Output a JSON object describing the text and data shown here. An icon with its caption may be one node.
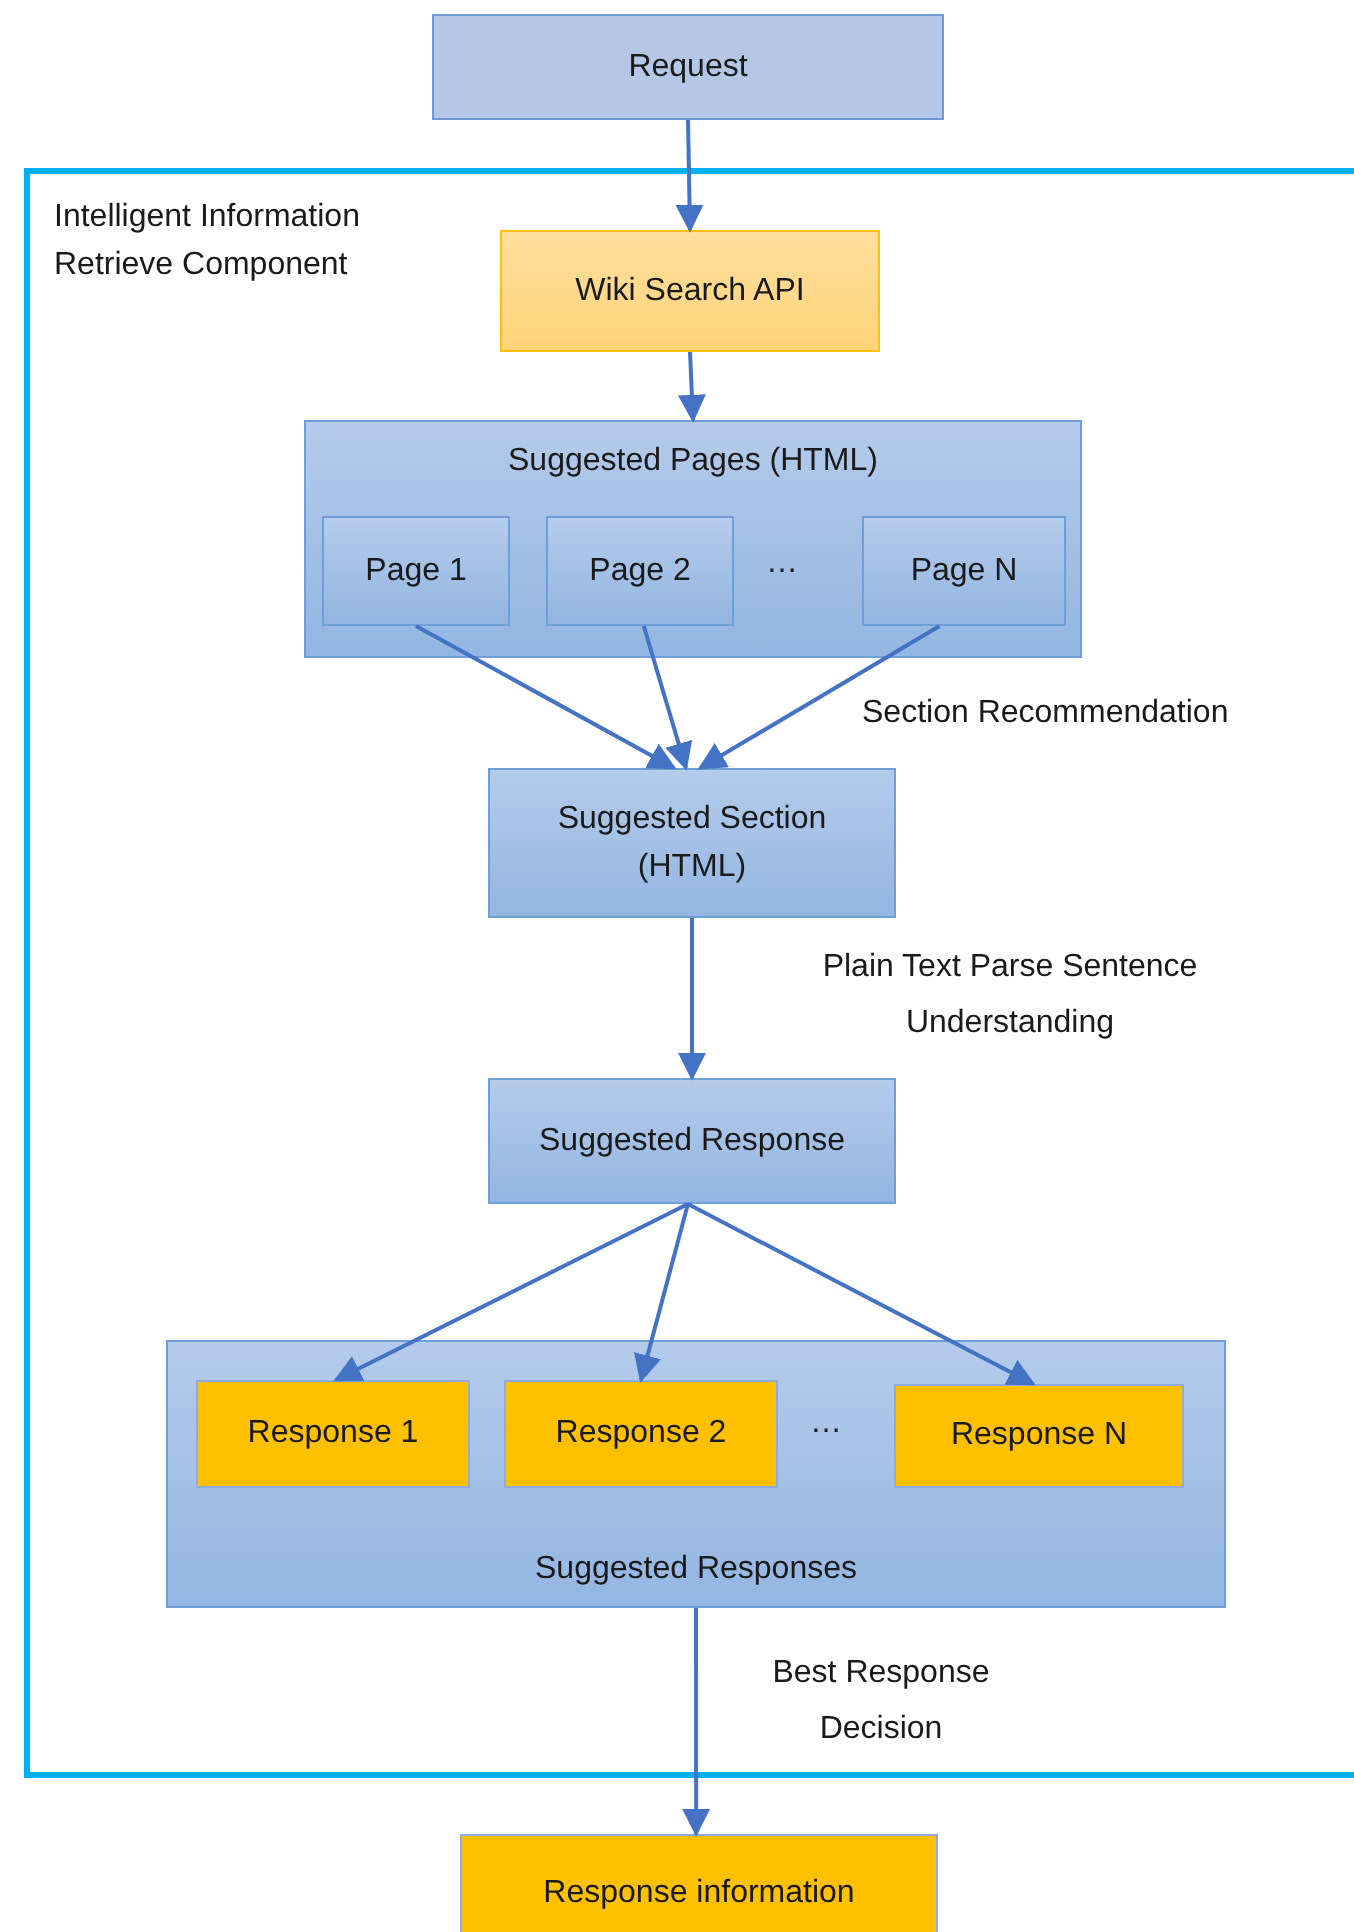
{
  "diagram": {
    "nodes": [
      {
        "text": [
          "Request"
        ]
      },
      {
        "text": [
          "Intelligent Information Retrieve Component"
        ]
      },
      {
        "text": [
          "Wiki Search API"
        ],
        "in": 1
      },
      {
        "text": [
          "Suggested Pages (HTML)"
        ],
        "in": 1
      },
      {
        "text": [
          "Page 1"
        ],
        "in": 3
      },
      {
        "text": [
          "Page 2"
        ],
        "in": 3
      },
      {
        "text": [
          "Page N"
        ],
        "in": 3
      },
      {
        "text": [
          "Suggested Section (HTML)"
        ],
        "in": 1
      },
      {
        "text": [
          "Suggested Response"
        ],
        "in": 1
      },
      {
        "text": [
          "Suggested Responses"
        ],
        "in": 1
      },
      {
        "text": [
          "Response 1"
        ],
        "in": 9
      },
      {
        "text": [
          "Response 2"
        ],
        "in": 9
      },
      {
        "text": [
          "Response N"
        ],
        "in": 9
      },
      {
        "text": [
          "Response information"
        ]
      }
    ],
    "edges": [
      {
        "from": 0,
        "to": 2,
        "arrow": "to"
      },
      {
        "from": 2,
        "to": 3,
        "arrow": "to"
      },
      {
        "from": 4,
        "to": 7,
        "arrow": "to"
      },
      {
        "from": 5,
        "to": 7,
        "arrow": "to"
      },
      {
        "from": 6,
        "to": 7,
        "arrow": "to",
        "label": "Section Recommendation"
      },
      {
        "from": 7,
        "to": 8,
        "arrow": "to",
        "label": "Plain Text Parse Sentence Understanding"
      },
      {
        "from": 8,
        "to": 10,
        "arrow": "to"
      },
      {
        "from": 8,
        "to": 11,
        "arrow": "to"
      },
      {
        "from": 8,
        "to": 12,
        "arrow": "to"
      },
      {
        "from": 9,
        "to": 13,
        "arrow": "to",
        "label": "Best Response Decision"
      }
    ],
    "labels": [
      "…",
      "…"
    ]
  }
}
